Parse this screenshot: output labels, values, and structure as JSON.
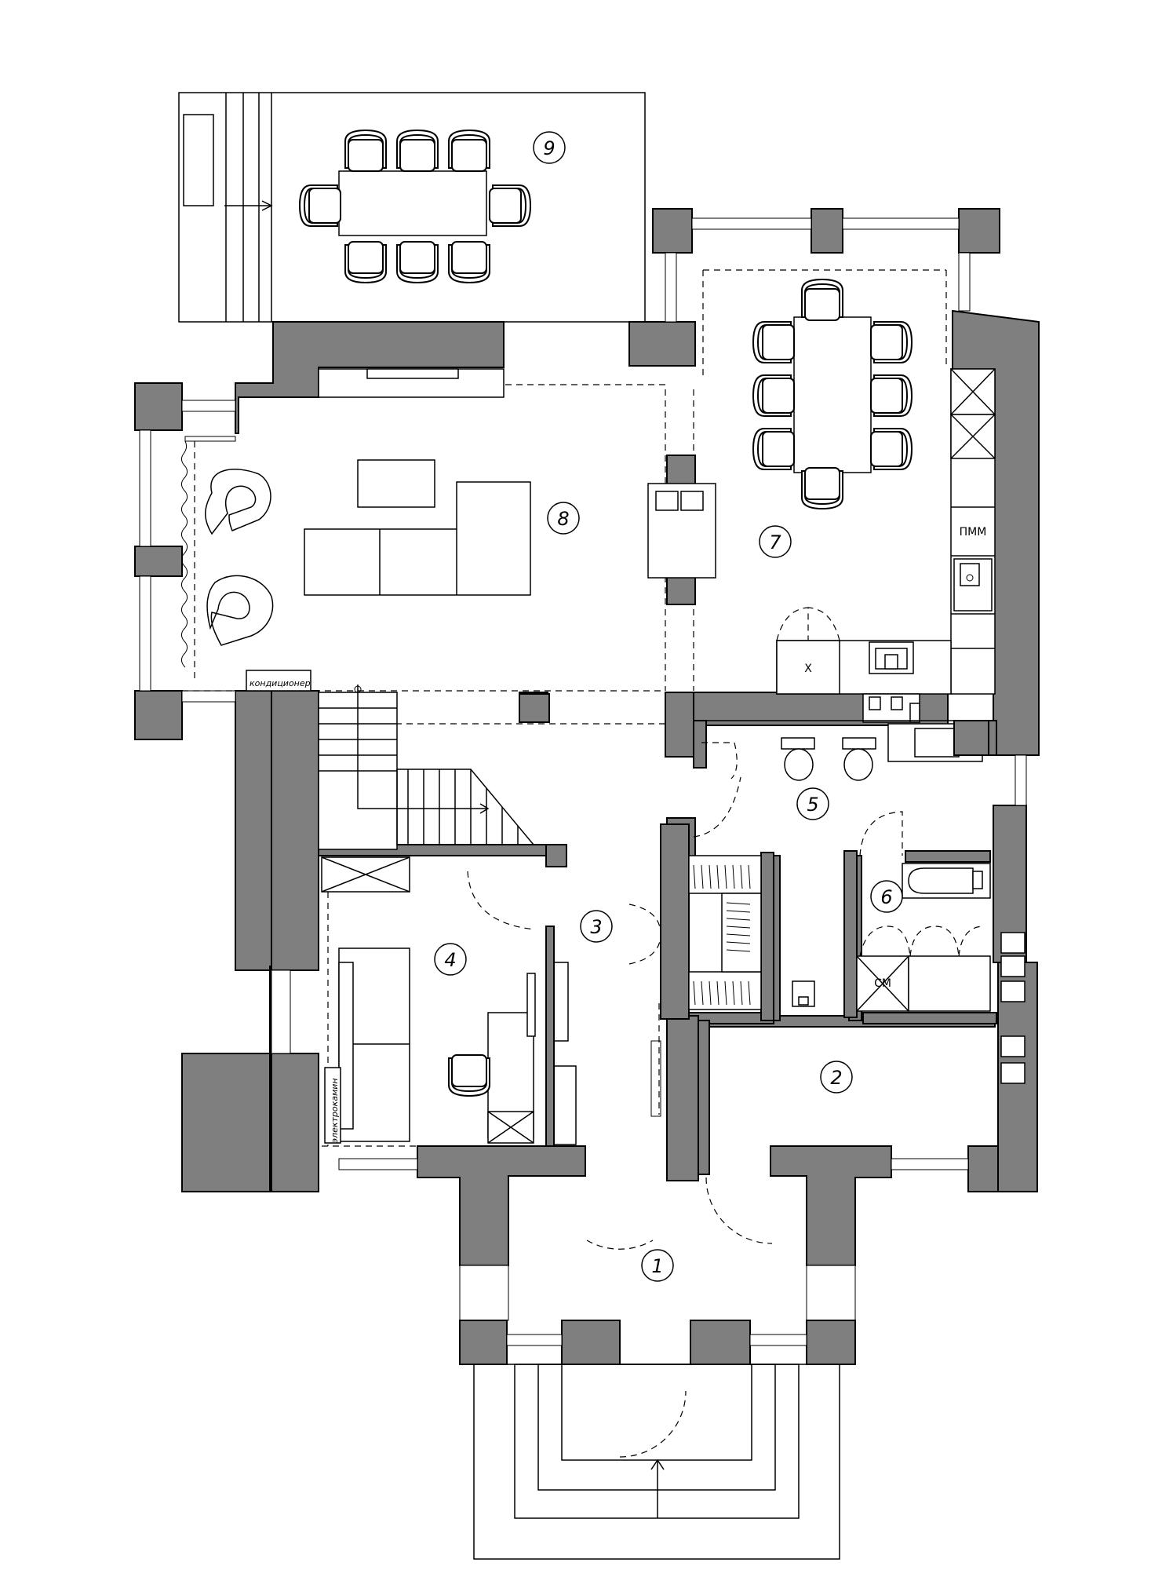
{
  "rooms": [
    {
      "id": "1",
      "label": "1"
    },
    {
      "id": "2",
      "label": "2"
    },
    {
      "id": "3",
      "label": "3"
    },
    {
      "id": "4",
      "label": "4"
    },
    {
      "id": "5",
      "label": "5"
    },
    {
      "id": "6",
      "label": "6"
    },
    {
      "id": "7",
      "label": "7"
    },
    {
      "id": "8",
      "label": "8"
    },
    {
      "id": "9",
      "label": "9"
    }
  ],
  "tags": {
    "dishwasher": "ПММ",
    "fridge": "Х",
    "washing_machine": "СМ",
    "air_conditioner": "кондиционер",
    "electric_heater": "электрокамин"
  },
  "colors": {
    "wall": "#7f7f7f",
    "line": "#000000",
    "background": "#ffffff"
  }
}
